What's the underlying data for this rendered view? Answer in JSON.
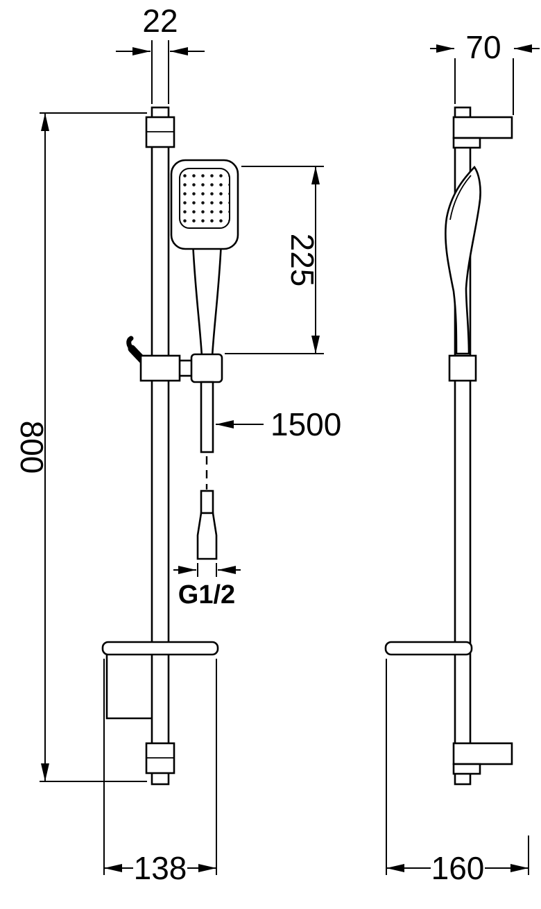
{
  "drawing": {
    "type": "shower-rail-set-technical-drawing",
    "line_color": "#000000",
    "background_color": "#ffffff",
    "dimensions": {
      "rail_diameter": "22",
      "bracket_depth": "70",
      "hand_shower_length": "225",
      "rail_length": "800",
      "hose_length": "1500",
      "thread_size": "G1/2",
      "front_base_width": "138",
      "side_base_depth": "160"
    }
  }
}
